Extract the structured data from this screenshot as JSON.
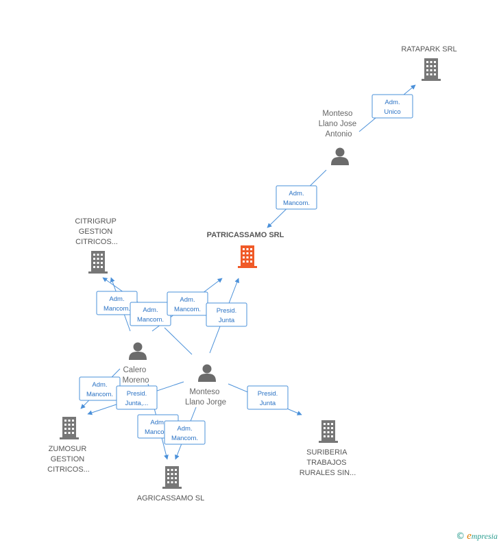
{
  "colors": {
    "edge": "#4a90d9",
    "building": "#777777",
    "main_building": "#f05a28",
    "person": "#6b6b6b"
  },
  "companies": [
    {
      "id": "ratapark",
      "lines": [
        "RATAPARK SRL"
      ],
      "main": false
    },
    {
      "id": "patricassamo",
      "lines": [
        "PATRICASSAMO SRL"
      ],
      "main": true
    },
    {
      "id": "citrigrup",
      "lines": [
        "CITRIGRUP",
        "GESTION",
        "CITRICOS..."
      ],
      "main": false
    },
    {
      "id": "zumosur",
      "lines": [
        "ZUMOSUR",
        "GESTION",
        "CITRICOS..."
      ],
      "main": false
    },
    {
      "id": "agricassamo",
      "lines": [
        "AGRICASSAMO SL"
      ],
      "main": false
    },
    {
      "id": "suriberia",
      "lines": [
        "SURIBERIA",
        "TRABAJOS",
        "RURALES SIN..."
      ],
      "main": false
    }
  ],
  "people": [
    {
      "id": "monteso-jose",
      "lines": [
        "Monteso",
        "Llano Jose",
        "Antonio"
      ]
    },
    {
      "id": "calero",
      "lines": [
        "Calero",
        "Moreno"
      ]
    },
    {
      "id": "monteso-jorge",
      "lines": [
        "Monteso",
        "Llano Jorge"
      ]
    }
  ],
  "relations": [
    {
      "id": "r1",
      "lines": [
        "Adm.",
        "Unico"
      ]
    },
    {
      "id": "r2",
      "lines": [
        "Adm.",
        "Mancom."
      ]
    },
    {
      "id": "r3",
      "lines": [
        "Adm.",
        "Mancom."
      ]
    },
    {
      "id": "r4",
      "lines": [
        "Adm.",
        "Mancom."
      ]
    },
    {
      "id": "r5",
      "lines": [
        "Adm.",
        "Mancom."
      ]
    },
    {
      "id": "r6",
      "lines": [
        "Presid.",
        "Junta"
      ]
    },
    {
      "id": "r7",
      "lines": [
        "Adm.",
        "Mancom."
      ]
    },
    {
      "id": "r8",
      "lines": [
        "Presid.",
        "Junta,..."
      ]
    },
    {
      "id": "r9",
      "lines": [
        "Adm.",
        "Mancom."
      ]
    },
    {
      "id": "r10",
      "lines": [
        "Adm.",
        "Mancom."
      ]
    },
    {
      "id": "r11",
      "lines": [
        "Presid.",
        "Junta"
      ]
    }
  ],
  "footer": {
    "copyright": "©",
    "brand_initial": "e",
    "brand_rest": "mpresia"
  }
}
